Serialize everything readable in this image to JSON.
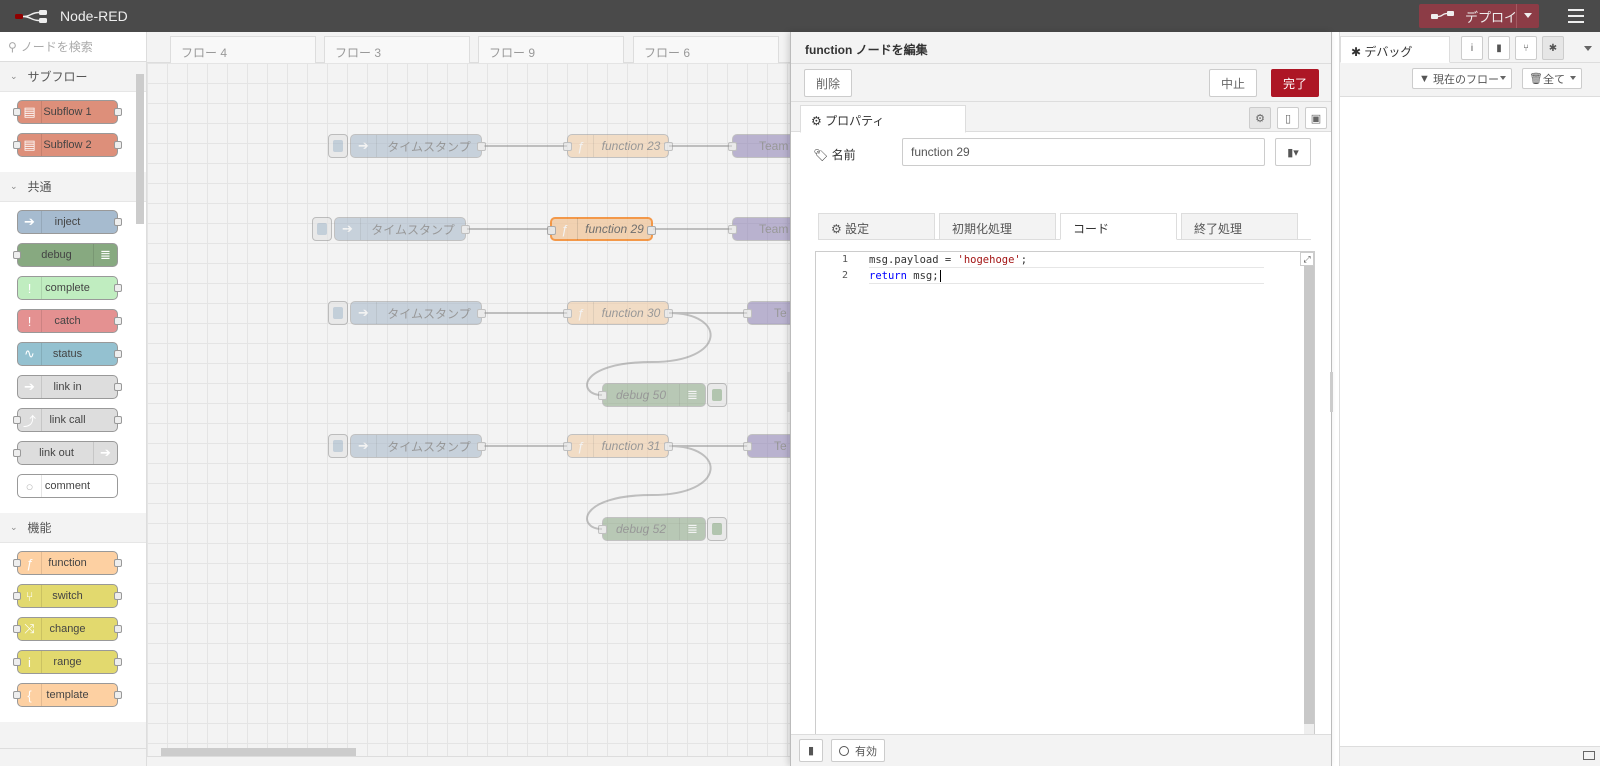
{
  "app": {
    "title": "Node-RED"
  },
  "header": {
    "deploy_label": "デプロイ"
  },
  "palette": {
    "search_placeholder": "ノードを検索",
    "categories": [
      {
        "label": "サブフロー",
        "nodes": [
          {
            "label": "Subflow 1",
            "color": "#dd8f7a"
          },
          {
            "label": "Subflow 2",
            "color": "#dd8f7a"
          }
        ]
      },
      {
        "label": "共通",
        "nodes": [
          {
            "label": "inject",
            "color": "#a6bbcf"
          },
          {
            "label": "debug",
            "color": "#87a980"
          },
          {
            "label": "complete",
            "color": "#c0edc0"
          },
          {
            "label": "catch",
            "color": "#e49191"
          },
          {
            "label": "status",
            "color": "#94c1d0"
          },
          {
            "label": "link in",
            "color": "#dddddd"
          },
          {
            "label": "link call",
            "color": "#dddddd"
          },
          {
            "label": "link out",
            "color": "#dddddd"
          },
          {
            "label": "comment",
            "color": "#ffffff"
          }
        ]
      },
      {
        "label": "機能",
        "nodes": [
          {
            "label": "function",
            "color": "#fdd0a2"
          },
          {
            "label": "switch",
            "color": "#e2d96e"
          },
          {
            "label": "change",
            "color": "#e2d96e"
          },
          {
            "label": "range",
            "color": "#e2d96e"
          },
          {
            "label": "template",
            "color": "#e6e0f8"
          }
        ]
      }
    ]
  },
  "workspace": {
    "tabs": [
      "フロー 4",
      "フロー 3",
      "フロー 9",
      "フロー 6"
    ],
    "nodes": {
      "ts1": "タイムスタンプ",
      "ts2": "タイムスタンプ",
      "ts3": "タイムスタンプ",
      "ts4": "タイムスタンプ",
      "f23": "function 23",
      "f29": "function 29",
      "f30": "function 30",
      "f31": "function 31",
      "d50": "debug 50",
      "d52": "debug 52",
      "team1": "Team",
      "team2": "Team",
      "te3": "Te",
      "te4": "Te"
    }
  },
  "tray": {
    "title": "function ノードを編集",
    "delete_label": "削除",
    "cancel_label": "中止",
    "done_label": "完了",
    "properties_tab": "プロパティ",
    "name_label": "名前",
    "name_value": "function 29",
    "code_tabs": [
      "設定",
      "初期化処理",
      "コード",
      "終了処理"
    ],
    "active_code_tab": "コード",
    "code_lines": [
      {
        "num": "1",
        "pre": "msg.payload = ",
        "str": "'hogehoge'",
        "post": ";"
      },
      {
        "num": "2",
        "kw": "return",
        "post": " msg;"
      }
    ],
    "enabled_label": "有効"
  },
  "sidebar": {
    "debug_tab": "デバッグ",
    "filter_label": "現在のフロー",
    "clear_label": "全て"
  },
  "colors": {
    "header_bg": "#4a4a4a",
    "deploy_bg": "#8c3c46",
    "done_btn": "#ad1625",
    "selected_outline": "#ff7f0e"
  }
}
